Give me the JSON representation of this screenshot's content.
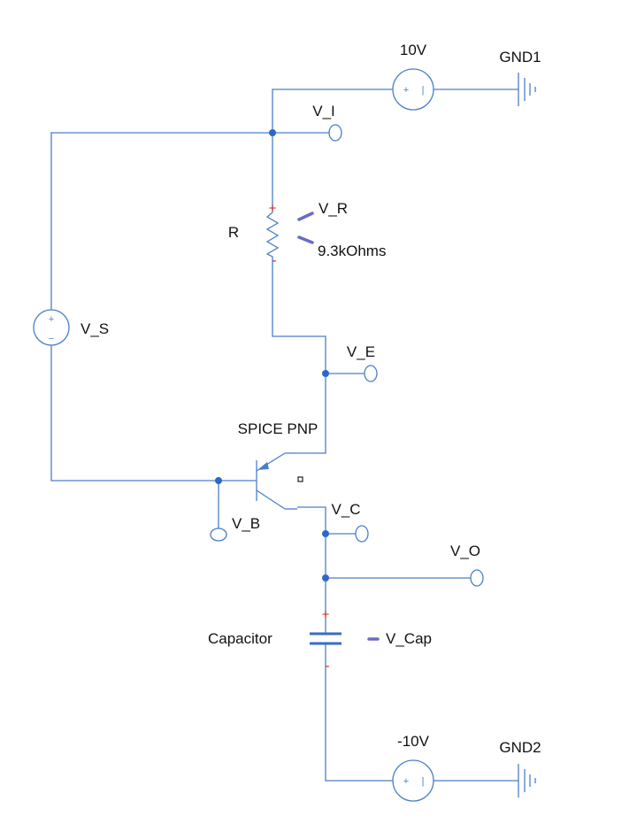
{
  "labels": {
    "src_top_value": "10V",
    "gnd_top": "GND1",
    "v_i": "V_I",
    "v_r": "V_R",
    "r": "R",
    "r_value": "9.3kOhms",
    "v_s": "V_S",
    "v_e": "V_E",
    "transistor": "SPICE PNP",
    "v_b": "V_B",
    "v_c": "V_C",
    "v_o": "V_O",
    "capacitor": "Capacitor",
    "v_cap": "V_Cap",
    "src_bottom_value": "-10V",
    "gnd_bottom": "GND2"
  },
  "symbols": {
    "plus": "+",
    "minus": "−",
    "dash": "-",
    "bar": "|"
  },
  "colors": {
    "wire": "#4a7fc8",
    "node": "#2f67c7",
    "polarity": "#d42020",
    "probe": "#6a6acc"
  }
}
